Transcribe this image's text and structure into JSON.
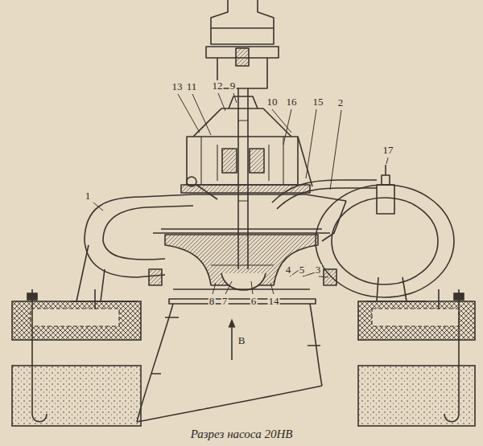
{
  "diagram": {
    "caption": "Разрез насоса 20НВ",
    "labels": [
      "13",
      "11",
      "12",
      "9",
      "10",
      "16",
      "15",
      "2",
      "17",
      "1",
      "8",
      "7",
      "6",
      "14",
      "4",
      "5",
      "3",
      "В"
    ]
  }
}
